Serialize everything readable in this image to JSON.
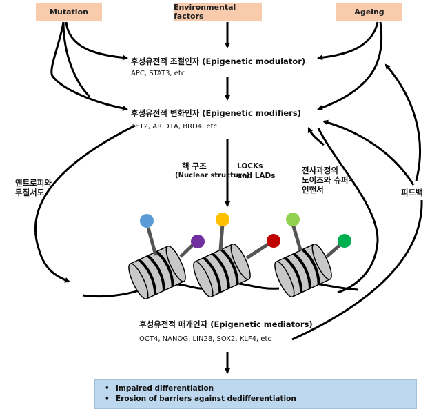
{
  "boxes": {
    "mutation": "Mutation",
    "environmental": "Environmental factors",
    "ageing": "Ageing"
  },
  "modulator": {
    "label": "후성유전적 조절인자 (Epigenetic modulator)",
    "examples": "APC, STAT3, etc"
  },
  "modifiers": {
    "label": "후성유전적 변화인자 (Epigenetic modifiers)",
    "examples": "TET2, ARID1A, BRD4, etc"
  },
  "nuclear": {
    "line1": "핵 구조",
    "line2": "(Nuclear structure)"
  },
  "locks": {
    "line1": "LOCKs",
    "line2": "and LADs"
  },
  "entropy": {
    "line1": "엔트로피와",
    "line2": "무질서도"
  },
  "noise": {
    "line1": "전사과정의",
    "line2": "노이즈와 슈퍼-",
    "line3": "인핸서"
  },
  "feedback": "피드백",
  "mediators": {
    "label": "후성유전적 매개인자 (Epigenetic mediators)",
    "examples": "OCT4, NANOG, LIN28, SOX2, KLF4, etc"
  },
  "outcomes": [
    "Impaired differentiation",
    "Erosion of barriers against dedifferentiation"
  ],
  "bullet_char": "•",
  "colors": {
    "box_fill": "#f8cbad",
    "outcome_fill": "#bdd7ee",
    "nucleosome_fill": "#c8c8c8",
    "ball_blue": "#5b9bd5",
    "ball_purple": "#7030a0",
    "ball_yellow": "#ffc000",
    "ball_red": "#c00000",
    "ball_lightgreen": "#92d050",
    "ball_green": "#00b050"
  }
}
